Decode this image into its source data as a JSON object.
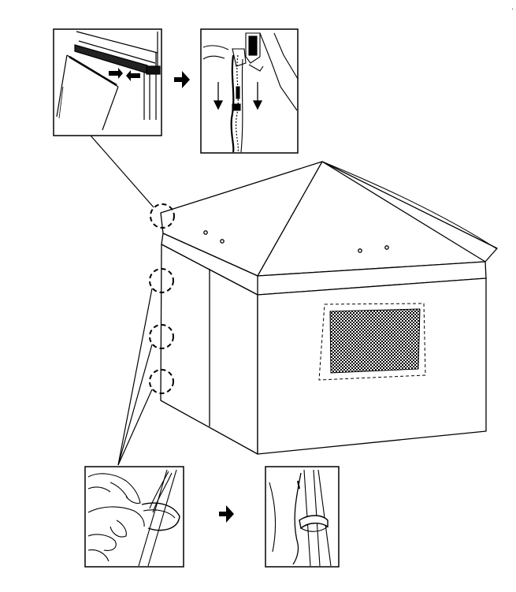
{
  "diagram": {
    "kind": "canopy tent sidewall assembly instructions",
    "text_labels": [],
    "panels": [
      {
        "id": "detail-top-left",
        "icon": "rail-insert-detail"
      },
      {
        "id": "detail-top-right",
        "icon": "zipper-pull-down-detail"
      },
      {
        "id": "detail-bottom-left",
        "icon": "hook-and-loop-strap-wrap-detail"
      },
      {
        "id": "detail-bottom-right",
        "icon": "strap-fastened-detail"
      }
    ],
    "arrows": [
      "step-arrow-top",
      "step-arrow-bottom"
    ],
    "callout_circles": 4,
    "colors": {
      "ink": "#000000",
      "paper": "#ffffff"
    }
  }
}
